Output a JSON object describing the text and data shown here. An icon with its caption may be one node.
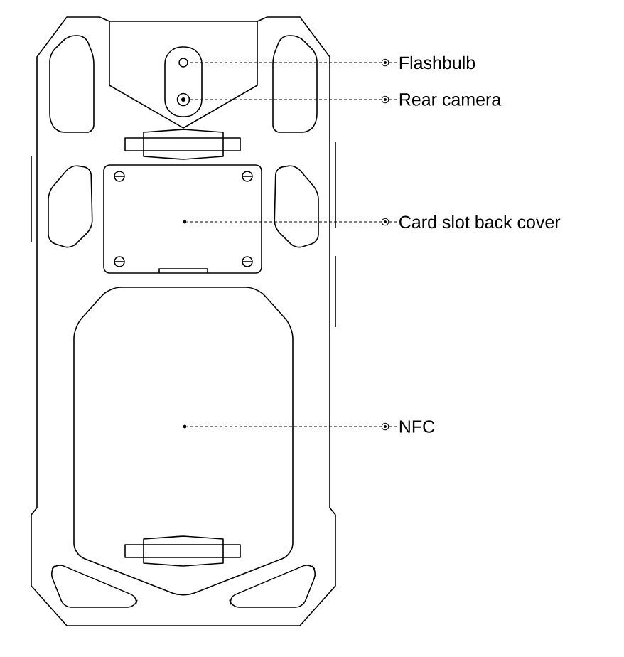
{
  "diagram": {
    "nodes": [
      {
        "text": [
          "Flashbulb"
        ]
      },
      {
        "text": [],
        "shape": "circle"
      },
      {
        "text": [
          "Rear camera"
        ]
      },
      {
        "text": [],
        "shape": "circle"
      },
      {
        "text": [
          "Card slot back cover"
        ]
      },
      {
        "text": [],
        "shape": "circle"
      },
      {
        "text": [
          "NFC"
        ]
      },
      {
        "text": [],
        "shape": "circle"
      }
    ],
    "edges": [
      {
        "from": 0,
        "to": 1,
        "arrow": "none",
        "style": "dashed"
      },
      {
        "from": 2,
        "to": 3,
        "arrow": "none",
        "style": "dashed"
      },
      {
        "from": 4,
        "to": 5,
        "arrow": "none",
        "style": "dashed"
      },
      {
        "from": 6,
        "to": 7,
        "arrow": "none",
        "style": "dashed"
      }
    ]
  }
}
